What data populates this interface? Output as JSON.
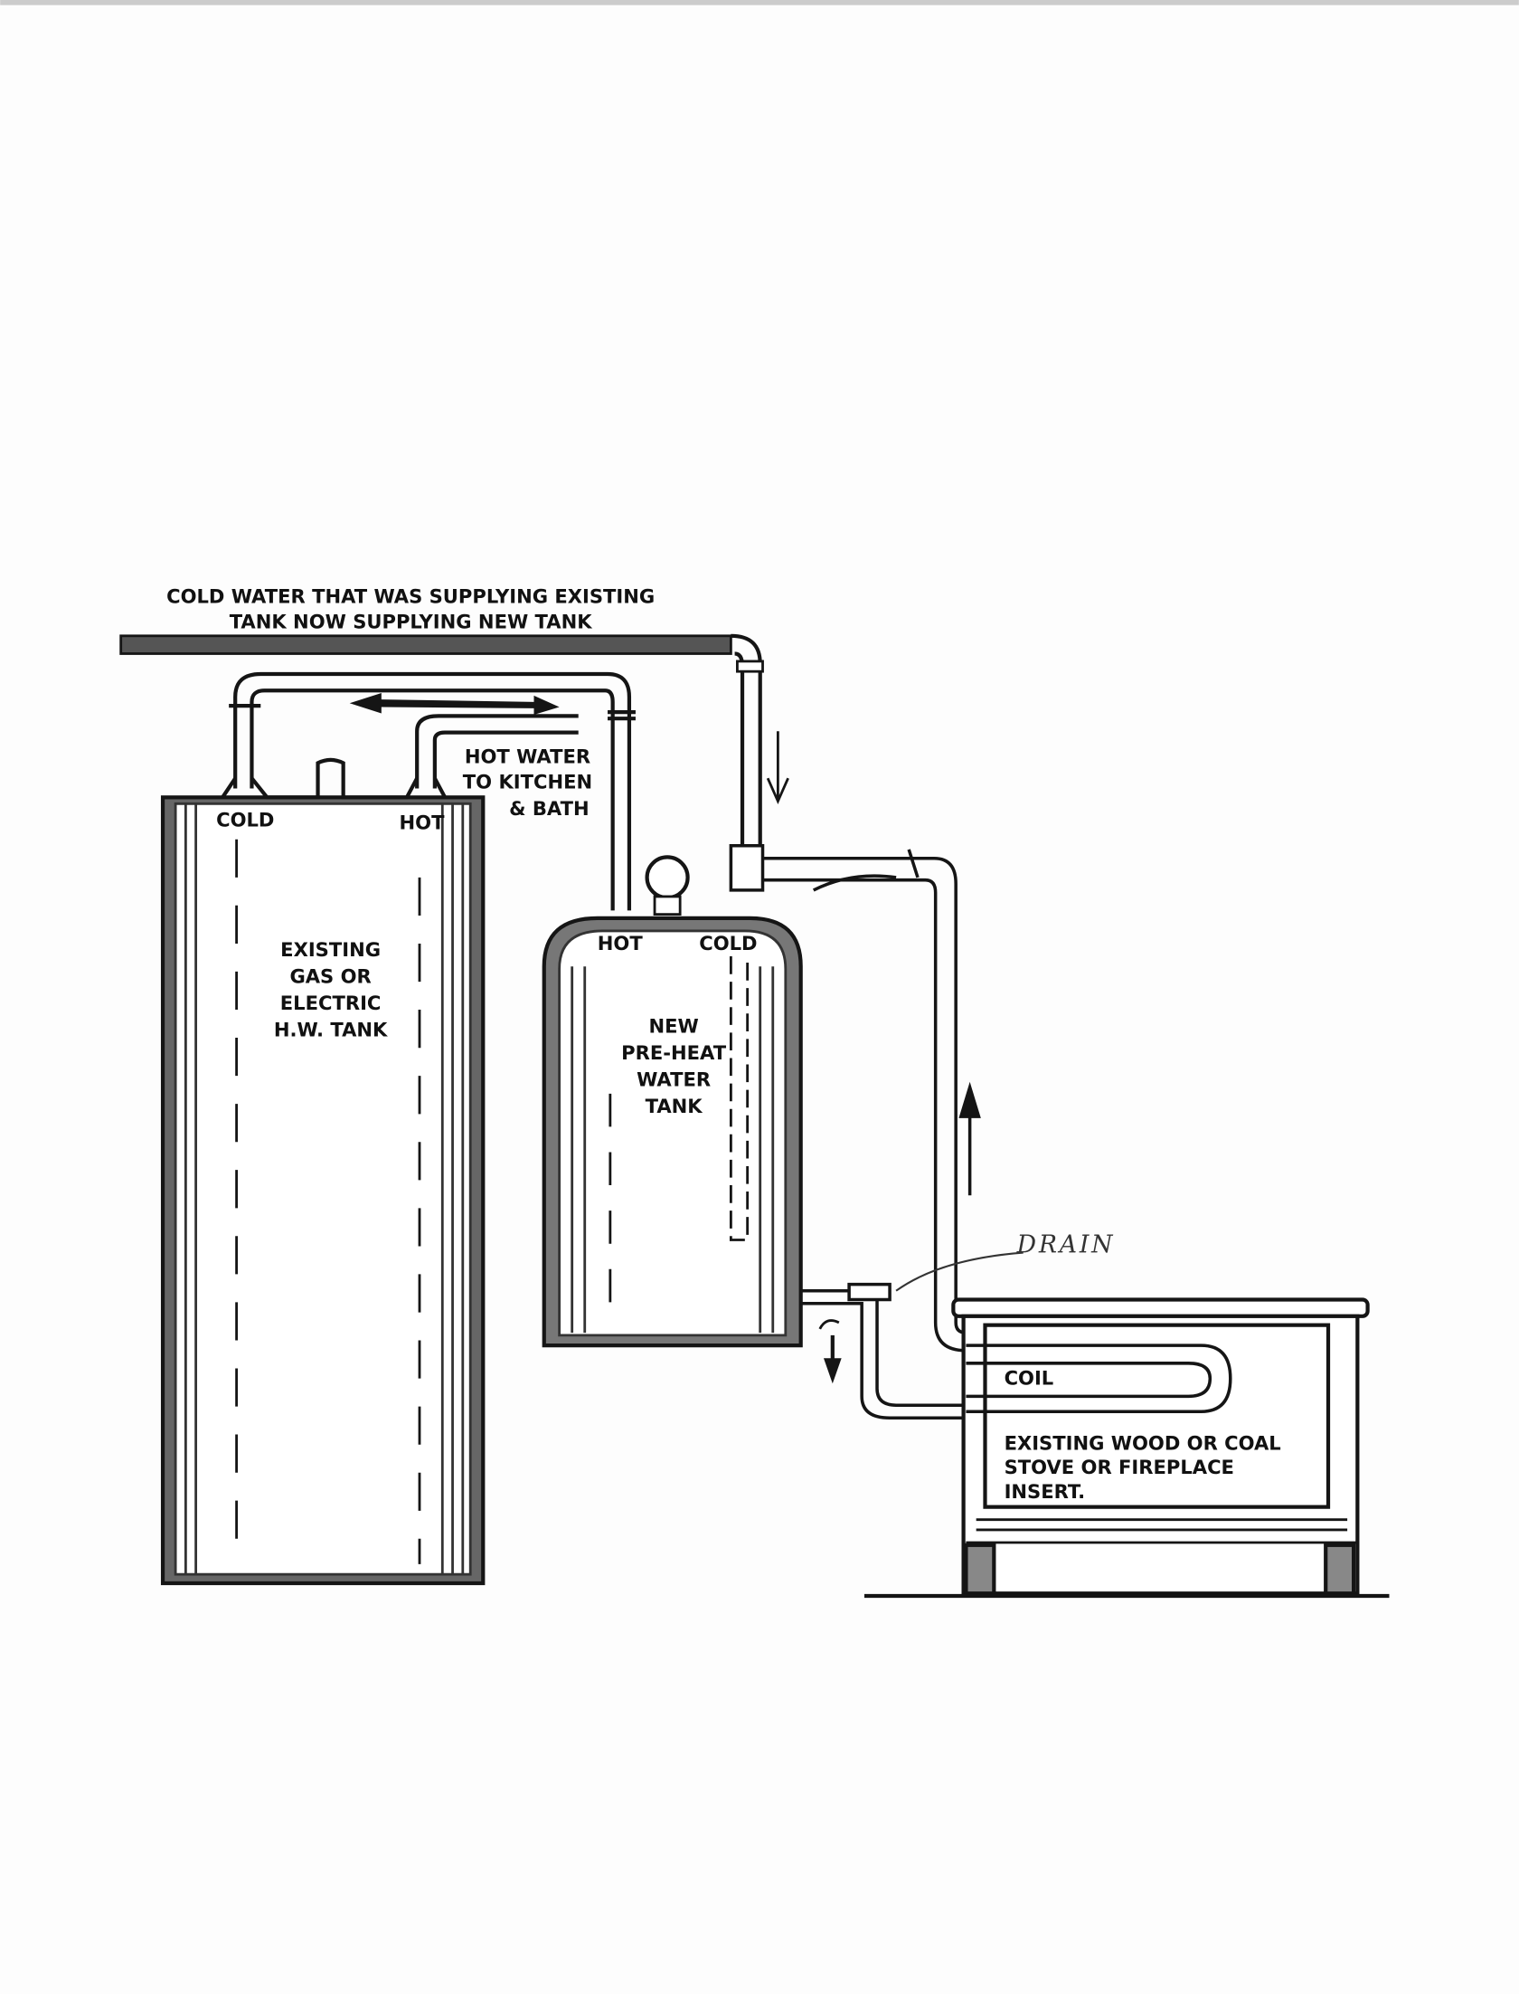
{
  "diagram": {
    "header_label": [
      "COLD WATER THAT WAS SUPPLYING EXISTING",
      "TANK NOW SUPPLYING NEW TANK"
    ],
    "hot_water_label": [
      "HOT WATER",
      "TO KITCHEN",
      "& BATH"
    ],
    "existing_tank": {
      "cold_label": "COLD",
      "hot_label": "HOT",
      "name": [
        "EXISTING",
        "GAS OR",
        "ELECTRIC",
        "H.W. TANK"
      ]
    },
    "new_tank": {
      "hot_label": "HOT",
      "cold_label": "COLD",
      "name": [
        "NEW",
        "PRE-HEAT",
        "WATER",
        "TANK"
      ]
    },
    "drain_label": "DRAIN",
    "stove": {
      "coil_label": "COIL",
      "name": [
        "EXISTING WOOD OR COAL",
        "STOVE OR FIREPLACE",
        "INSERT."
      ]
    },
    "colors": {
      "ink": "#151515",
      "paper": "#fdfdfd"
    }
  }
}
